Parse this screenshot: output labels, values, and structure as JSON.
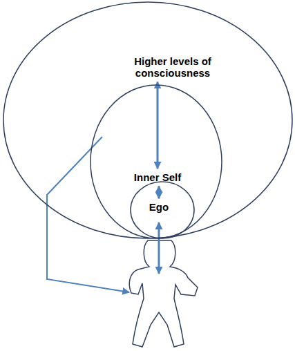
{
  "diagram": {
    "nodes": [
      {
        "text": [
          "Higher levels of consciousness"
        ]
      },
      {
        "text": [
          "Inner Self"
        ],
        "in": 0
      },
      {
        "text": [
          "Ego"
        ],
        "in": 1
      }
    ],
    "edges": [
      {
        "from": 0,
        "to": 1,
        "arrow": "both"
      },
      {
        "from": 1,
        "to": 2,
        "arrow": "both"
      }
    ]
  }
}
